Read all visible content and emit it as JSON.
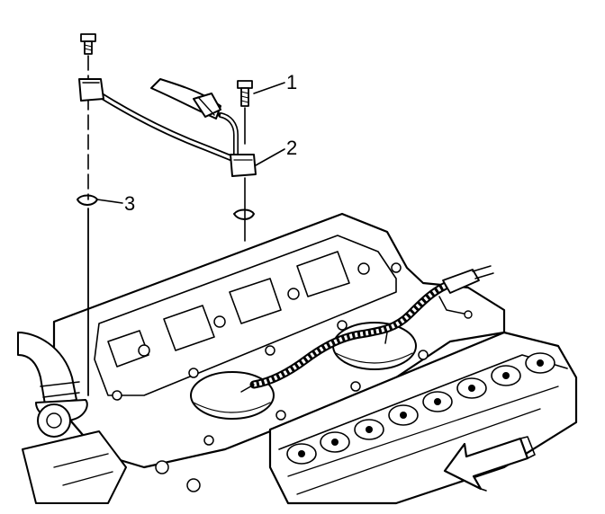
{
  "diagram": {
    "callouts": [
      {
        "id": "1",
        "label": "1",
        "part": "bolt"
      },
      {
        "id": "2",
        "label": "2",
        "part": "harness-bracket"
      },
      {
        "id": "3",
        "label": "3",
        "part": "retaining-clip"
      }
    ],
    "colors": {
      "ink": "#000000",
      "background": "#ffffff"
    },
    "icons": [
      "front-direction-arrow-icon"
    ]
  }
}
